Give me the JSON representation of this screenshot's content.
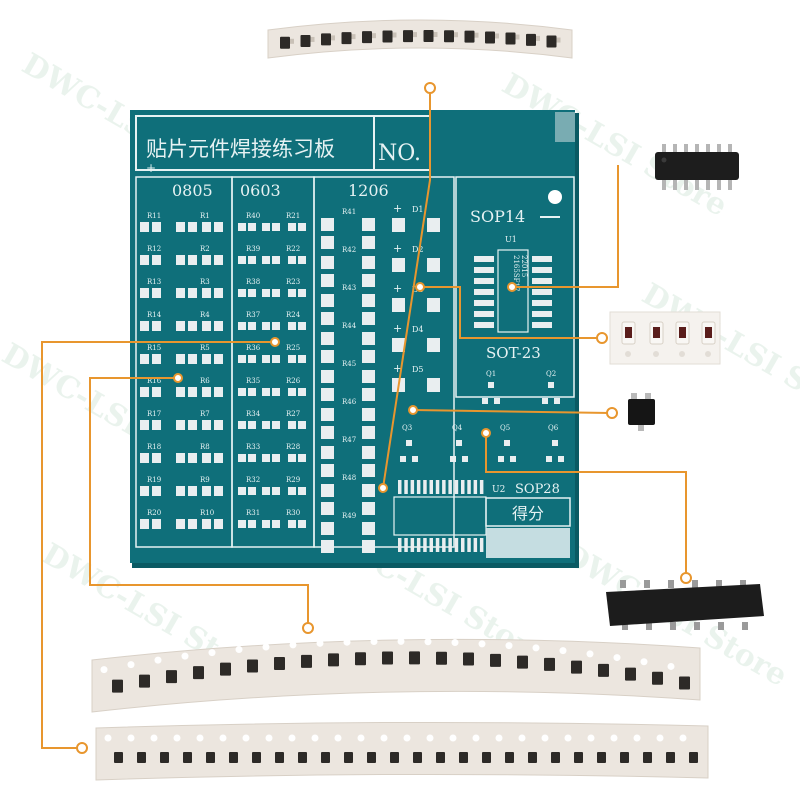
{
  "board": {
    "title": "贴片元件焊接练习板",
    "no_label": "NO.",
    "plus_mark": "+",
    "sections": {
      "s0805": "0805",
      "s0603": "0603",
      "s1206": "1206"
    },
    "sop14_label": "SOP14",
    "u1_label": "U1",
    "chip_text_1": "2165SF17",
    "chip_text_2": "22015",
    "sot23_label": "SOT-23",
    "sop28_label": "SOP28",
    "u2_label": "U2",
    "score_label": "得分",
    "col1_left": [
      "R11",
      "R12",
      "R13",
      "R14",
      "R15",
      "R16",
      "R17",
      "R18",
      "R19",
      "R20"
    ],
    "col1_right": [
      "R1",
      "R2",
      "R3",
      "R4",
      "R5",
      "R6",
      "R7",
      "R8",
      "R9",
      "R10"
    ],
    "col2_left": [
      "R40",
      "R39",
      "R38",
      "R37",
      "R36",
      "R35",
      "R34",
      "R33",
      "R32",
      "R31"
    ],
    "col2_right": [
      "R21",
      "R22",
      "R23",
      "R24",
      "R25",
      "R26",
      "R27",
      "R28",
      "R29",
      "R30"
    ],
    "col3": [
      "R41",
      "R42",
      "R43",
      "R44",
      "R45",
      "R46",
      "R47",
      "R48",
      "R49"
    ],
    "diodes": [
      "D1",
      "D2",
      "D3",
      "D4",
      "D5"
    ],
    "q_top": [
      "Q1",
      "Q2"
    ],
    "q_bottom": [
      "Q3",
      "Q4",
      "Q5",
      "Q6"
    ]
  },
  "watermark": "DWC-LSI Store",
  "colors": {
    "pcb": "#0f6f7a",
    "pcb_dark": "#0a5a63",
    "pad": "#e9eef0",
    "silk": "#e6f2f3",
    "leader": "#e8962e",
    "tape": "#ece6df",
    "resistor": "#2d2a27"
  }
}
